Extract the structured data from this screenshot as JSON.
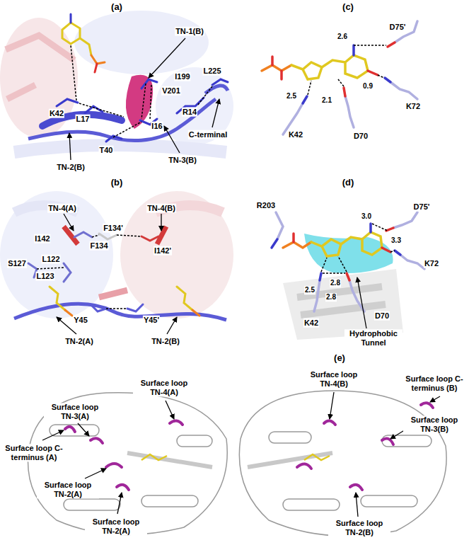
{
  "diagram": {
    "labels": [
      "(a)",
      "TN-1(B)",
      "I199",
      "V201",
      "L225",
      "R14",
      "K42",
      "L17",
      "I16",
      "T40",
      "C-terminal",
      "TN-2(B)",
      "TN-3(B)",
      "(b)",
      "TN-4(A)",
      "TN-4(B)",
      "I142",
      "F134'",
      "F134",
      "I142'",
      "S127",
      "L122",
      "L123",
      "Y45",
      "Y45'",
      "TN-2(A)",
      "TN-2(B)",
      "(c)",
      "2.6",
      "D75'",
      "0.9",
      "K72",
      "2.5",
      "2.1",
      "K42",
      "D70",
      "(d)",
      "R203",
      "D75'",
      "3.0",
      "3.3",
      "K72",
      "2.5",
      "2.8",
      "2.8",
      "K42",
      "D70",
      "Hydrophobic Tunnel",
      "(e)",
      "Surface loop TN-4(A)",
      "Surface loop TN-4(B)",
      "Surface loop TN-3(A)",
      "Surface loop C-terminus (B)",
      "Surface loop TN-3(B)",
      "Surface loop C-terminus (A)",
      "Surface loop TN-2(A)",
      "Surface loop TN-2(A)",
      "Surface loop TN-2(B)"
    ]
  }
}
